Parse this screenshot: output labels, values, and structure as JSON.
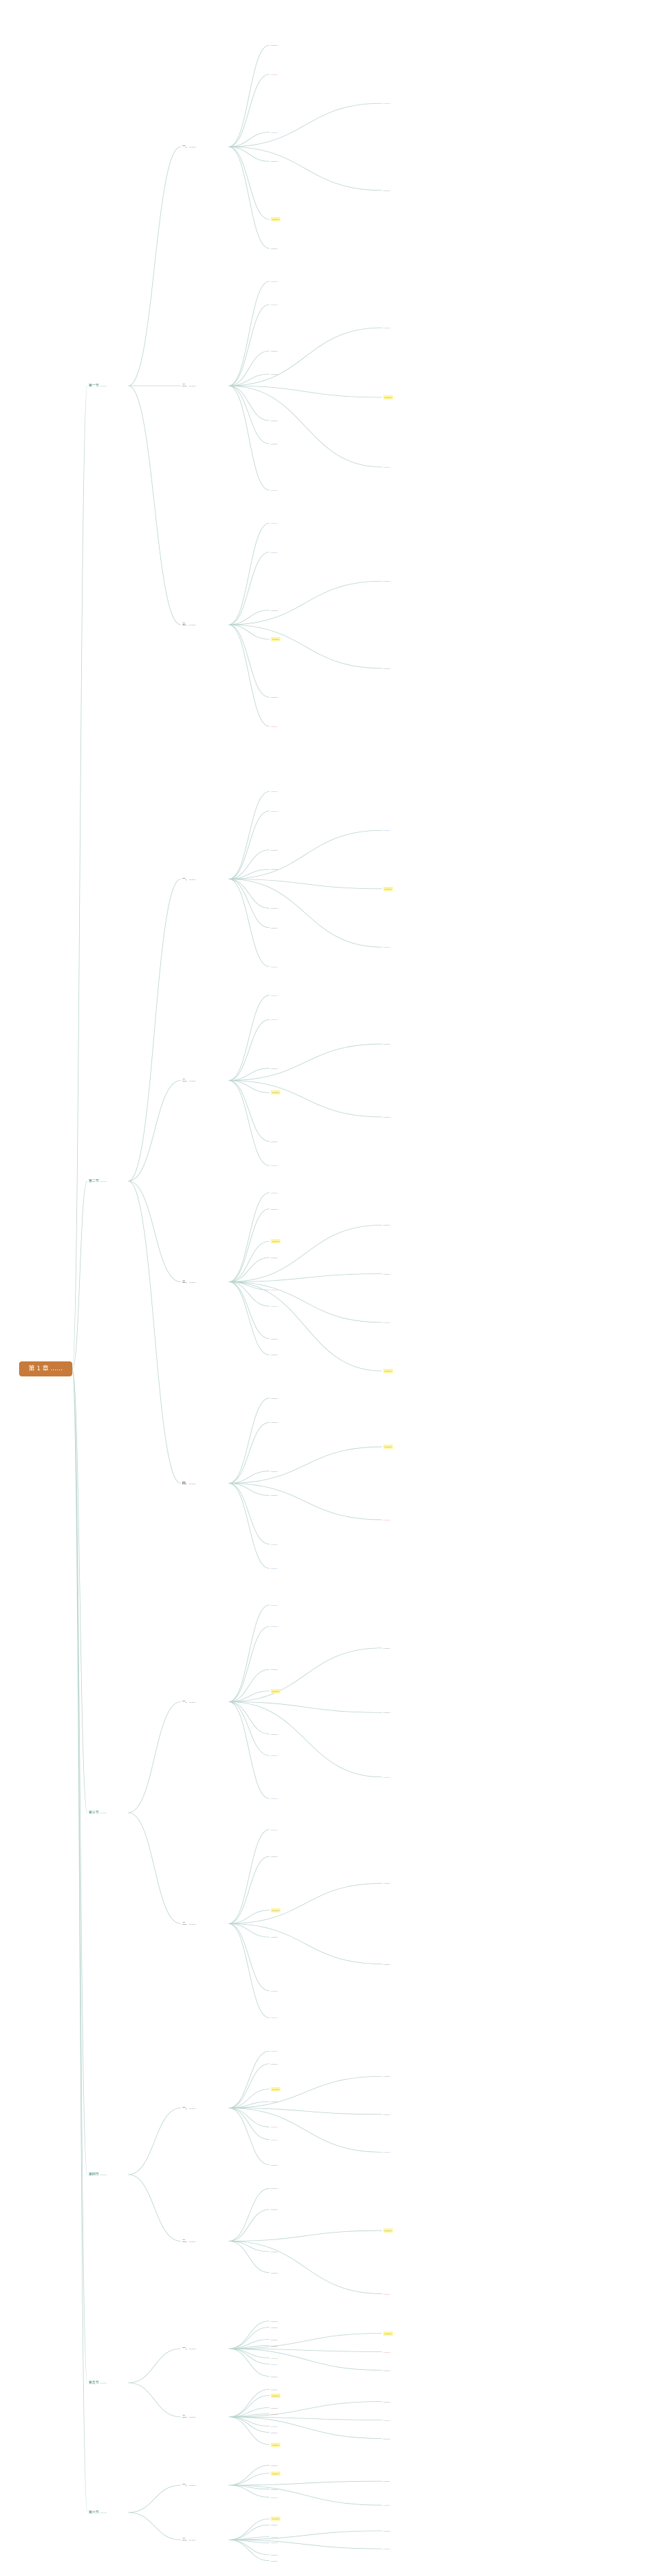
{
  "root": {
    "label": "第 1 章 ……"
  },
  "branches": [
    {
      "label": "第一节 ……",
      "children": [
        {
          "label": "一、……",
          "leaves": [
            "……",
            "……",
            "……",
            "……",
            "……",
            "……",
            "……",
            "……"
          ]
        },
        {
          "label": "二、……",
          "leaves": [
            "……",
            "……",
            "……",
            "……",
            "……",
            "……",
            "……",
            "……",
            "……",
            "……"
          ]
        },
        {
          "label": "三、……",
          "leaves": [
            "……",
            "……",
            "……",
            "……",
            "……",
            "……",
            "……",
            "……"
          ]
        }
      ]
    },
    {
      "label": "第二节 ……",
      "children": [
        {
          "label": "一、……",
          "leaves": [
            "……",
            "……",
            "……",
            "……",
            "……",
            "……",
            "……",
            "……",
            "……",
            "……"
          ]
        },
        {
          "label": "二、……",
          "leaves": [
            "……",
            "……",
            "……",
            "……",
            "……",
            "……",
            "……",
            "……"
          ]
        },
        {
          "label": "三、……",
          "leaves": [
            "……",
            "……",
            "……",
            "……",
            "……",
            "……",
            "……",
            "……",
            "……",
            "……",
            "……",
            "……"
          ]
        },
        {
          "label": "四、……",
          "leaves": [
            "……",
            "……",
            "……",
            "……",
            "……",
            "……",
            "……",
            "……"
          ]
        }
      ]
    },
    {
      "label": "第三节 ……",
      "children": [
        {
          "label": "一、……",
          "leaves": [
            "……",
            "……",
            "……",
            "……",
            "……",
            "……",
            "……",
            "……",
            "……",
            "……"
          ]
        },
        {
          "label": "二、……",
          "leaves": [
            "……",
            "……",
            "……",
            "……",
            "……",
            "……",
            "……",
            "……"
          ]
        }
      ]
    },
    {
      "label": "第四节 ……",
      "children": [
        {
          "label": "一、……",
          "leaves": [
            "……",
            "……",
            "……",
            "……",
            "……",
            "……",
            "……",
            "……",
            "……",
            "……"
          ]
        },
        {
          "label": "二、……",
          "leaves": [
            "……",
            "……",
            "……",
            "……",
            "……",
            "……"
          ]
        }
      ]
    },
    {
      "label": "第五节 ……",
      "children": [
        {
          "label": "一、……",
          "leaves": [
            "……",
            "……",
            "……",
            "……",
            "……",
            "……",
            "……",
            "……",
            "……",
            "……"
          ]
        },
        {
          "label": "二、……",
          "leaves": [
            "……",
            "……",
            "……",
            "……",
            "……",
            "……",
            "……",
            "……",
            "……",
            "……"
          ]
        }
      ]
    },
    {
      "label": "第六节 ……",
      "children": [
        {
          "label": "一、……",
          "leaves": [
            "……",
            "……",
            "……",
            "……",
            "……",
            "……"
          ]
        },
        {
          "label": "二、……",
          "leaves": [
            "……",
            "……",
            "……",
            "……",
            "……",
            "……",
            "……",
            "……"
          ]
        }
      ]
    }
  ],
  "colors": {
    "root_fill": "#c87a3a",
    "branch_line": "#b8d4cf",
    "level1_text": "#2f7a6a",
    "emphasis_red": "#c23b22",
    "emphasis_green": "#3a8a3a",
    "emphasis_blue": "#2b6cb0",
    "highlight": "#fff59d"
  }
}
